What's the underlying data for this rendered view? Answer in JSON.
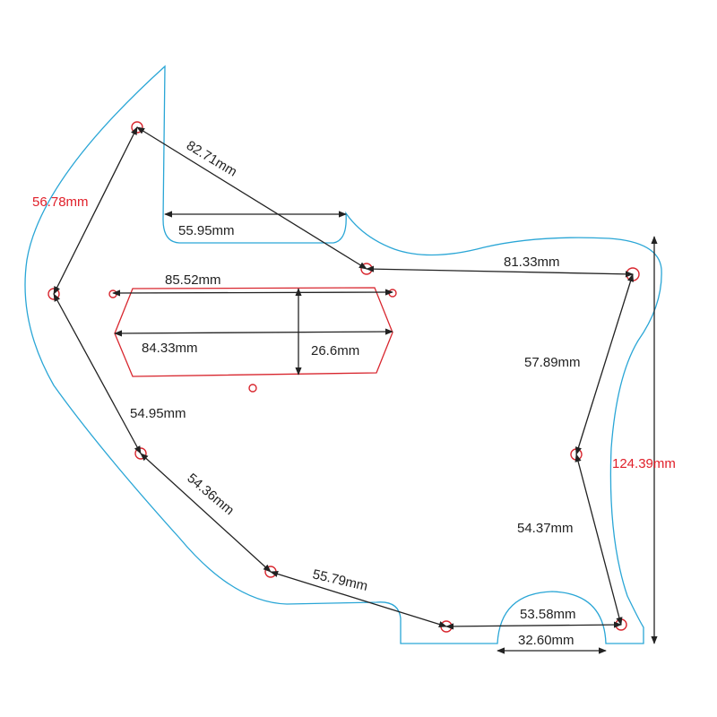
{
  "title": "Pickguard dimension diagram",
  "colors": {
    "outline": "#2aa6d6",
    "holes": "#d8262e",
    "dimension": "#222222",
    "highlight_label": "#e0202a"
  },
  "dimensions": {
    "d1": "82.71mm",
    "d2": "56.78mm",
    "d3": "55.95mm",
    "d4": "81.33mm",
    "d5": "85.52mm",
    "d6": "84.33mm",
    "d7": "26.6mm",
    "d8": "57.89mm",
    "d9": "124.39mm",
    "d10": "54.95mm",
    "d11": "54.36mm",
    "d12": "55.79mm",
    "d13": "54.37mm",
    "d14": "53.58mm",
    "d15": "32.60mm"
  }
}
